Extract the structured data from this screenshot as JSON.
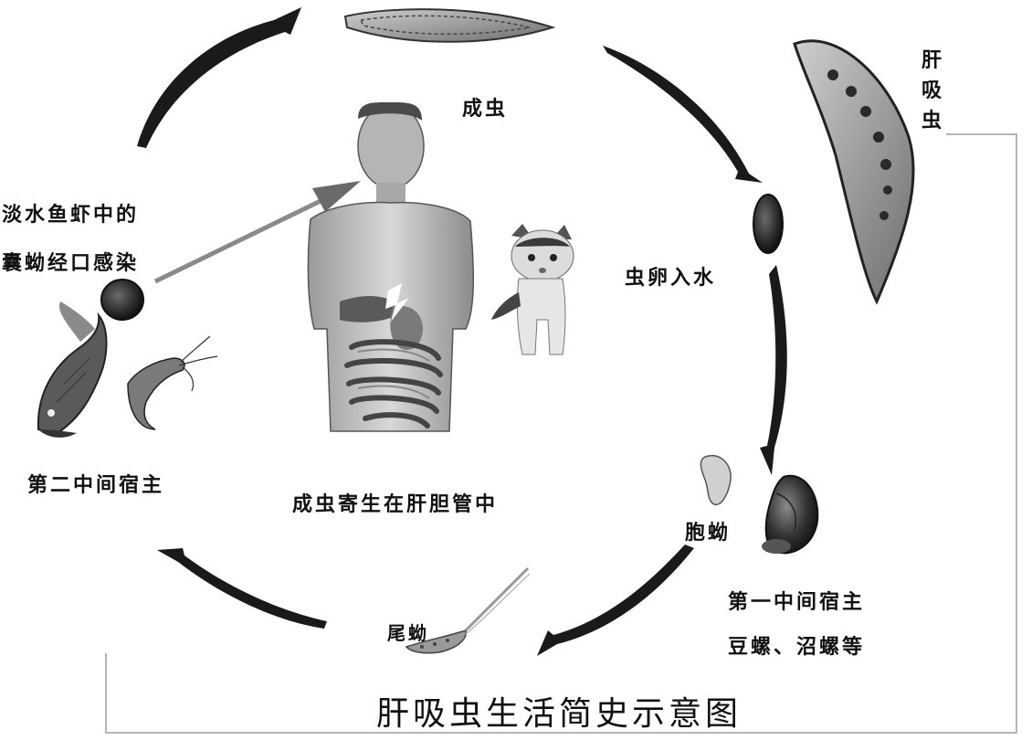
{
  "diagram": {
    "title": "肝吸虫生活简史示意图",
    "labels": {
      "adult": "成虫",
      "liver_fluke": "肝吸虫",
      "eggs_into_water": "虫卵入水",
      "first_host_title": "第一中间宿主",
      "first_host_species": "豆螺、沼螺等",
      "sporocyst": "胞蚴",
      "cercaria": "尾蚴",
      "second_host": "第二中间宿主",
      "infection_line1": "淡水鱼虾中的",
      "infection_line2": "囊蚴经口感染",
      "parasitism": "成虫寄生在肝胆管中"
    },
    "colors": {
      "arrow": "#1a1a1a",
      "frame": "#b5b5b5",
      "infection_arrow": "#8a8a8a"
    }
  }
}
